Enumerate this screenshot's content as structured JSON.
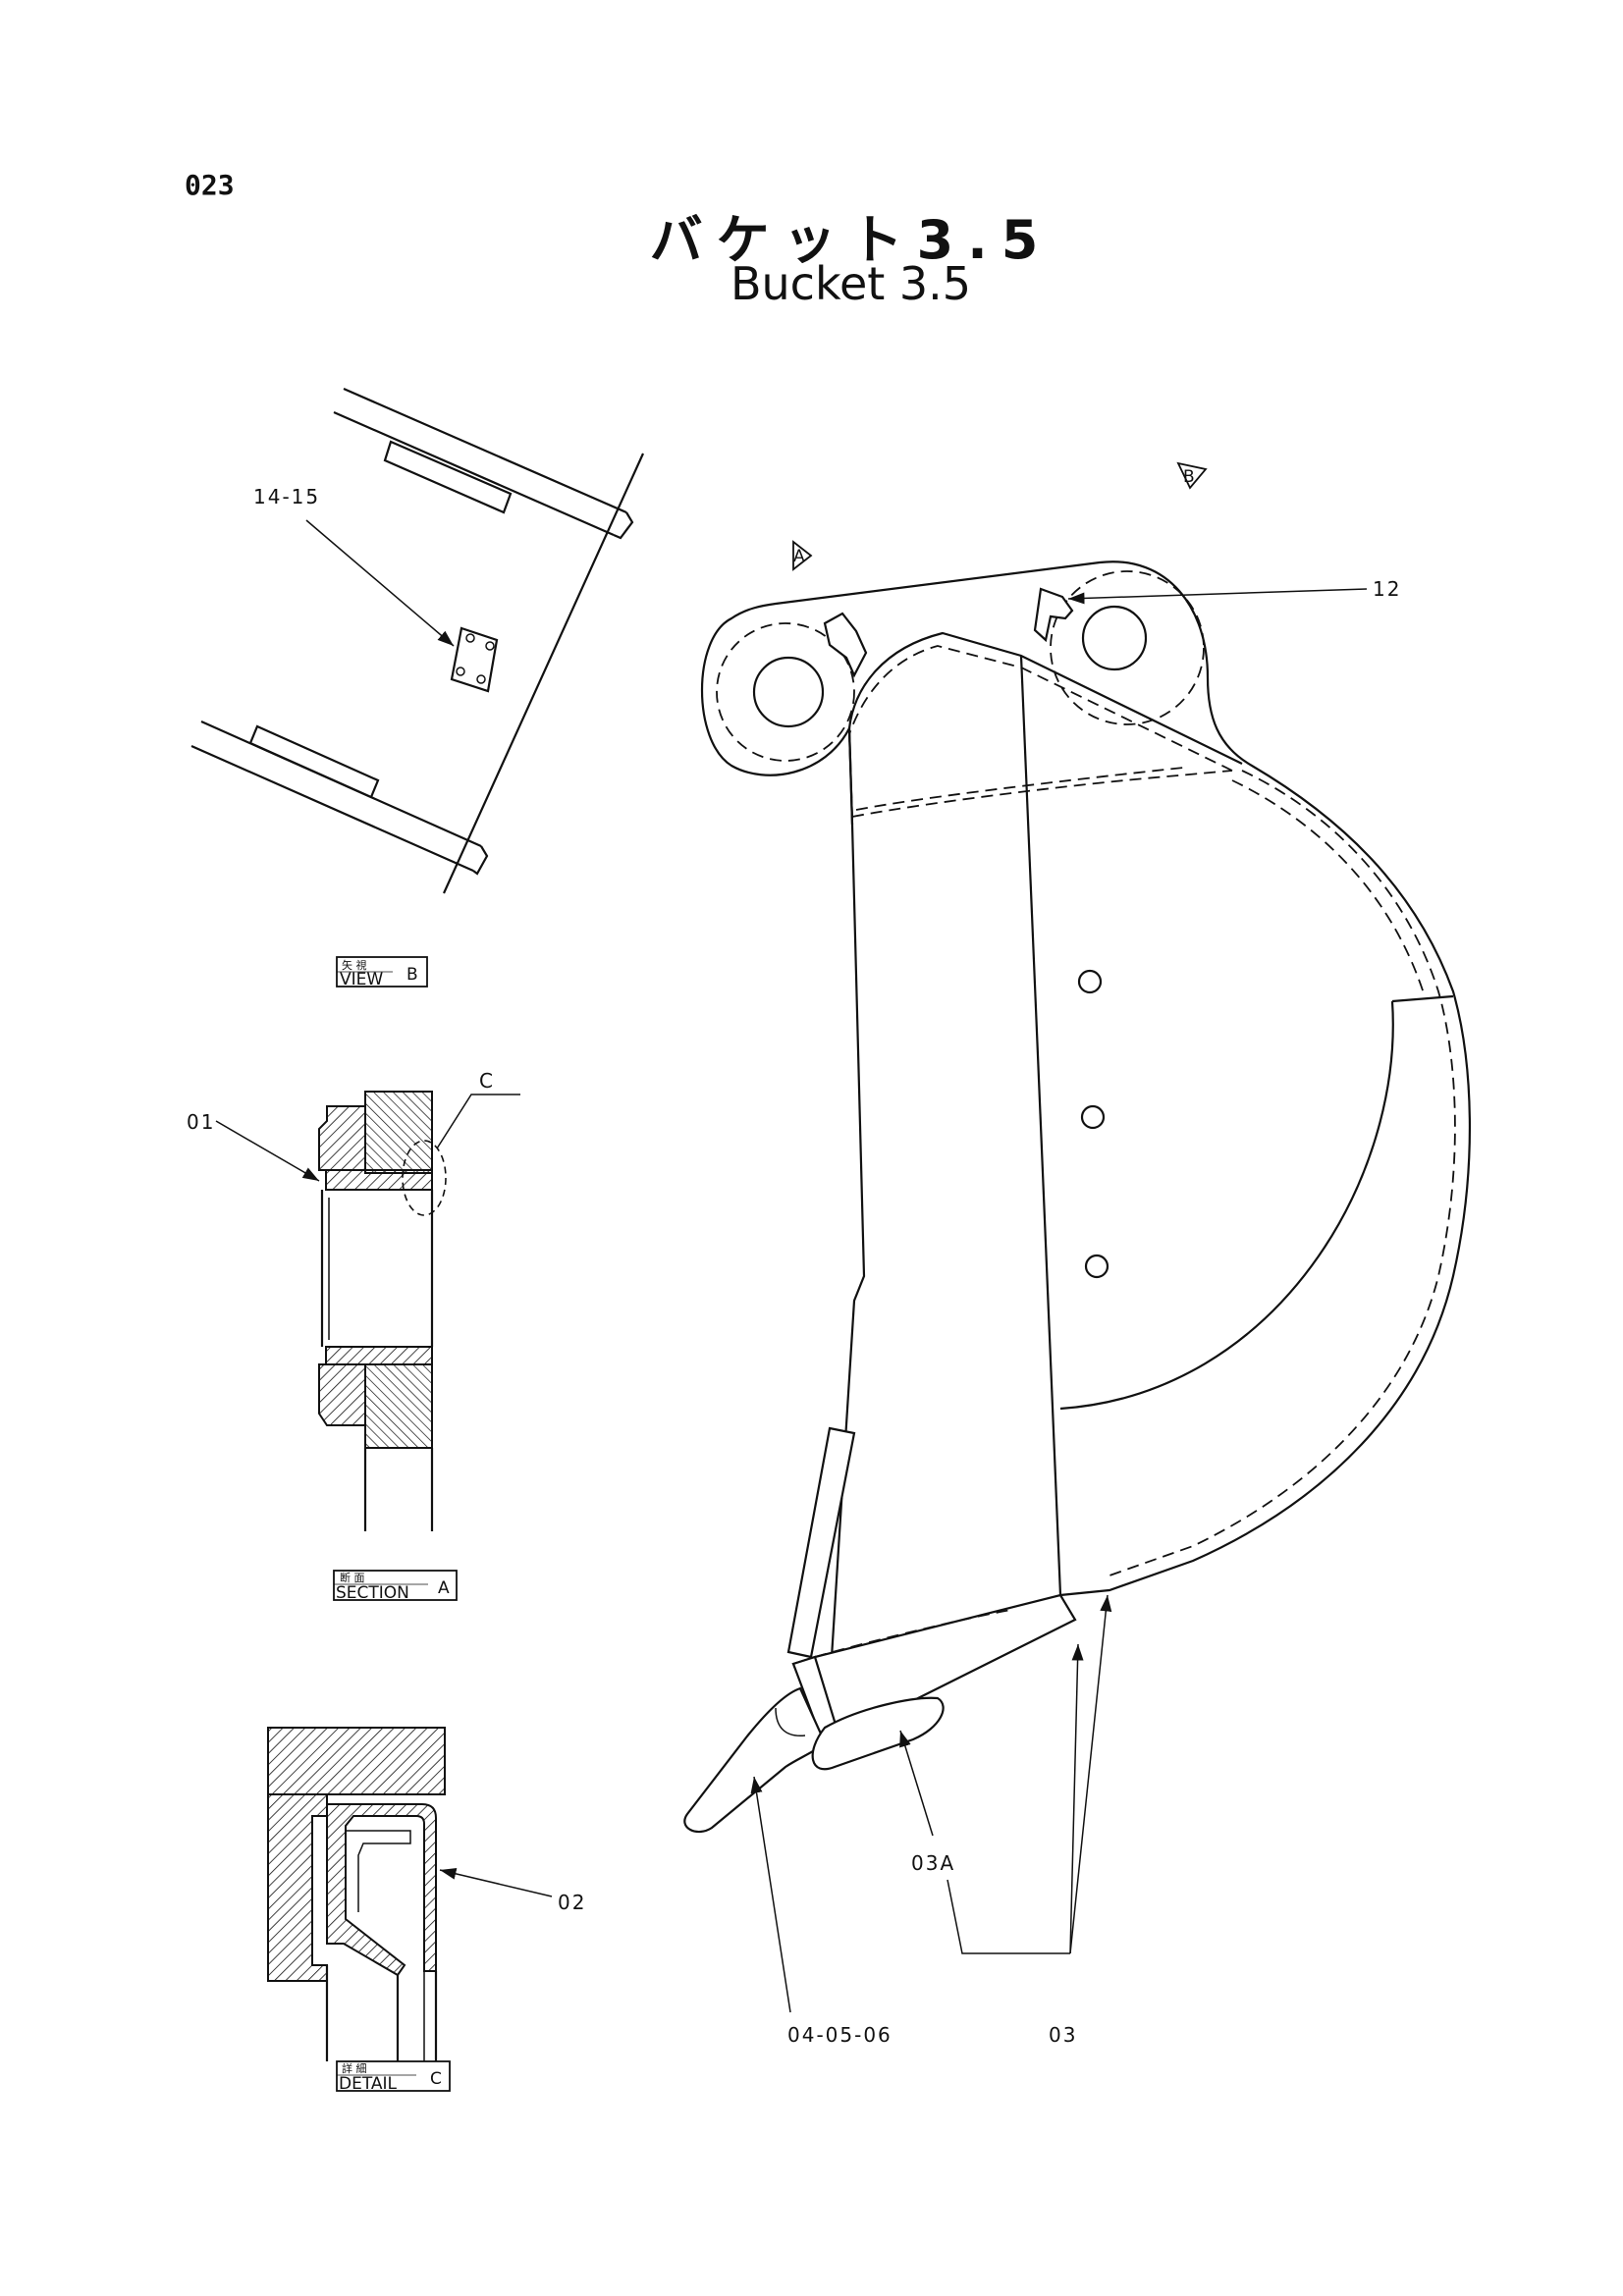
{
  "page_number": "023",
  "title_jp": "バケット3.5",
  "title_en": "Bucket 3.5",
  "view_markers": {
    "a": "A",
    "b": "B"
  },
  "callouts": {
    "p14_15": "14-15",
    "p12": "12",
    "p01": "01",
    "c_ref": "C",
    "p02": "02",
    "p03A": "03A",
    "p04_05_06": "04-05-06",
    "p03": "03"
  },
  "view_tags": {
    "view_b": {
      "jp": "矢 視",
      "en": "VIEW",
      "letter": "B"
    },
    "section_a": {
      "jp": "断 面",
      "en": "SECTION",
      "letter": "A"
    },
    "detail_c": {
      "jp": "詳 細",
      "en": "DETAIL",
      "letter": "C"
    }
  }
}
